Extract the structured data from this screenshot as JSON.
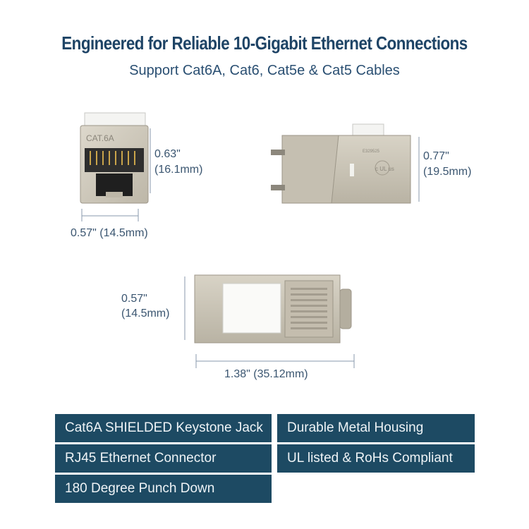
{
  "header": {
    "title": "Engineered for Reliable 10-Gigabit Ethernet Connections",
    "subtitle": "Support Cat6A, Cat6, Cat5e & Cat5 Cables"
  },
  "front_view": {
    "label_text": "CAT.6A",
    "height_in": "0.63\"",
    "height_mm": "(16.1mm)",
    "width": "0.57\" (14.5mm)"
  },
  "side_view": {
    "height_in": "0.77\"",
    "height_mm": "(19.5mm)",
    "cert_text": "c UL us",
    "model_text": "E329525"
  },
  "top_view": {
    "height_in": "0.57\"",
    "height_mm": "(14.5mm)",
    "length": "1.38\" (35.12mm)"
  },
  "features": [
    "Cat6A SHIELDED Keystone Jack",
    "Durable Metal Housing",
    "RJ45 Ethernet Connector",
    "UL listed & RoHs Compliant",
    "180 Degree Punch Down"
  ],
  "colors": {
    "title": "#1e4466",
    "feature_bg": "#1d4a63",
    "feature_text": "#eef3f6",
    "metal": "#cfc9bb",
    "dimension_line": "#8a9aac"
  }
}
